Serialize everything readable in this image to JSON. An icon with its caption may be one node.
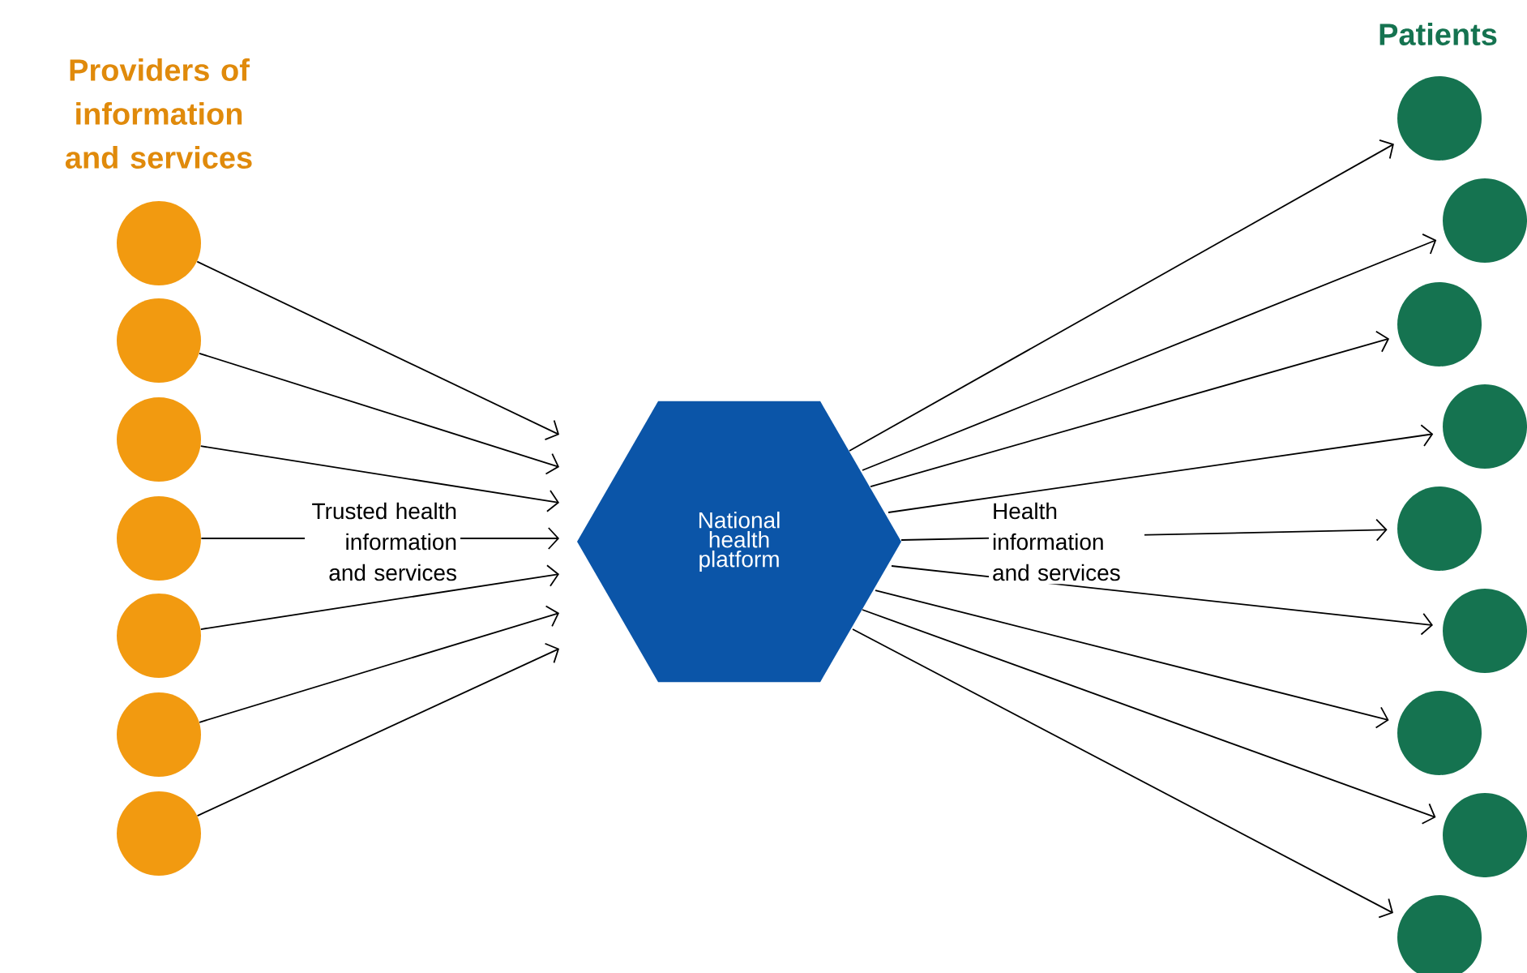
{
  "diagram": {
    "nodes": [
      {
        "text": [],
        "shape": "circle"
      },
      {
        "text": [],
        "shape": "circle"
      },
      {
        "text": [],
        "shape": "circle"
      },
      {
        "text": [],
        "shape": "circle"
      },
      {
        "text": [],
        "shape": "circle"
      },
      {
        "text": [],
        "shape": "circle"
      },
      {
        "text": [],
        "shape": "circle"
      },
      {
        "text": [
          "National health platform"
        ]
      },
      {
        "text": [],
        "shape": "circle"
      },
      {
        "text": [],
        "shape": "circle"
      },
      {
        "text": [],
        "shape": "circle"
      },
      {
        "text": [],
        "shape": "circle"
      },
      {
        "text": [],
        "shape": "circle"
      },
      {
        "text": [],
        "shape": "circle"
      },
      {
        "text": [],
        "shape": "circle"
      },
      {
        "text": [],
        "shape": "circle"
      },
      {
        "text": [],
        "shape": "circle"
      }
    ],
    "edges": [
      {
        "from": 0,
        "to": 7,
        "arrow": "to"
      },
      {
        "from": 1,
        "to": 7,
        "arrow": "to"
      },
      {
        "from": 2,
        "to": 7,
        "arrow": "to"
      },
      {
        "from": 3,
        "to": 7,
        "arrow": "to"
      },
      {
        "from": 4,
        "to": 7,
        "arrow": "to"
      },
      {
        "from": 5,
        "to": 7,
        "arrow": "to"
      },
      {
        "from": 6,
        "to": 7,
        "arrow": "to"
      },
      {
        "from": 7,
        "to": 8,
        "arrow": "to"
      },
      {
        "from": 7,
        "to": 9,
        "arrow": "to"
      },
      {
        "from": 7,
        "to": 10,
        "arrow": "to"
      },
      {
        "from": 7,
        "to": 11,
        "arrow": "to"
      },
      {
        "from": 7,
        "to": 12,
        "arrow": "to"
      },
      {
        "from": 7,
        "to": 13,
        "arrow": "to"
      },
      {
        "from": 7,
        "to": 14,
        "arrow": "to"
      },
      {
        "from": 7,
        "to": 15,
        "arrow": "to"
      },
      {
        "from": 7,
        "to": 16,
        "arrow": "to"
      }
    ],
    "labels": [
      "Providers of information and services",
      "Patients",
      "Trusted health information and services",
      "Health information and services"
    ]
  }
}
